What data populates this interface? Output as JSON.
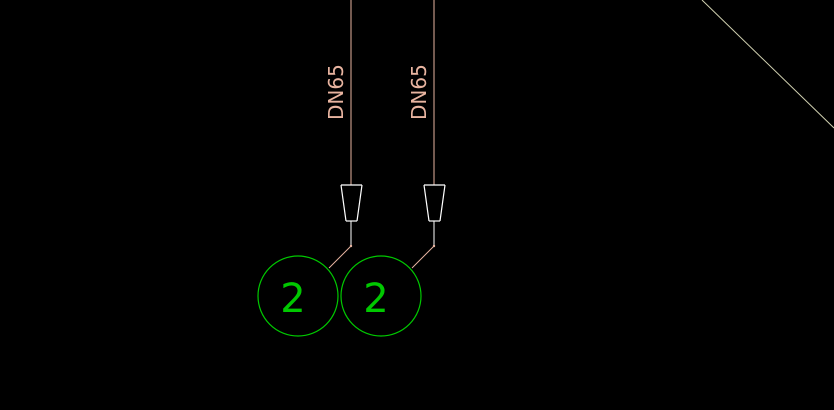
{
  "drawing": {
    "background_color": "#000000",
    "pipe_color": "#e8b4a0",
    "symbol_color": "#ffffff",
    "tag_color": "#00c800",
    "boundary_line_color": "#d0d0b0",
    "pipes": [
      {
        "size_label": "DN65",
        "tag_number": "2"
      },
      {
        "size_label": "DN65",
        "tag_number": "2"
      }
    ]
  }
}
